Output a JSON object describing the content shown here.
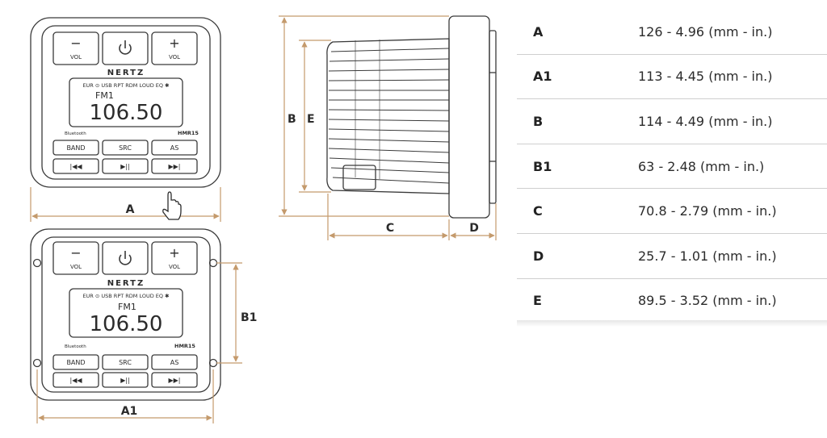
{
  "front_panel": {
    "vol_minus_symbol": "−",
    "vol_plus_symbol": "+",
    "vol_label": "VOL",
    "brand": "NERTZ",
    "indicators": "EUR ⊙ USB RPT RDM LOUD EQ ✱",
    "band_name": "FM1",
    "frequency": "106.50",
    "bluetooth_label": "Bluetooth",
    "model": "HMR15",
    "band_button": "BAND",
    "src_button": "SRC",
    "as_button": "AS",
    "prev_symbol": "|◀◀",
    "play_symbol": "▶||",
    "next_symbol": "▶▶|"
  },
  "dimension_labels": {
    "a": "A",
    "a1": "A1",
    "b": "B",
    "b1": "B1",
    "c": "C",
    "d": "D",
    "e": "E"
  },
  "specs": [
    {
      "key": "A",
      "value": "126 - 4.96 (mm - in.)"
    },
    {
      "key": "A1",
      "value": "113 - 4.45 (mm - in.)"
    },
    {
      "key": "B",
      "value": "114 - 4.49 (mm - in.)"
    },
    {
      "key": "B1",
      "value": "63 - 2.48 (mm - in.)"
    },
    {
      "key": "C",
      "value": "70.8 - 2.79 (mm - in.)"
    },
    {
      "key": "D",
      "value": "25.7 - 1.01 (mm - in.)"
    },
    {
      "key": "E",
      "value": "89.5 - 3.52 (mm - in.)"
    }
  ],
  "colors": {
    "dimension_line": "#c49a6c",
    "outline": "#3a3a3a"
  }
}
